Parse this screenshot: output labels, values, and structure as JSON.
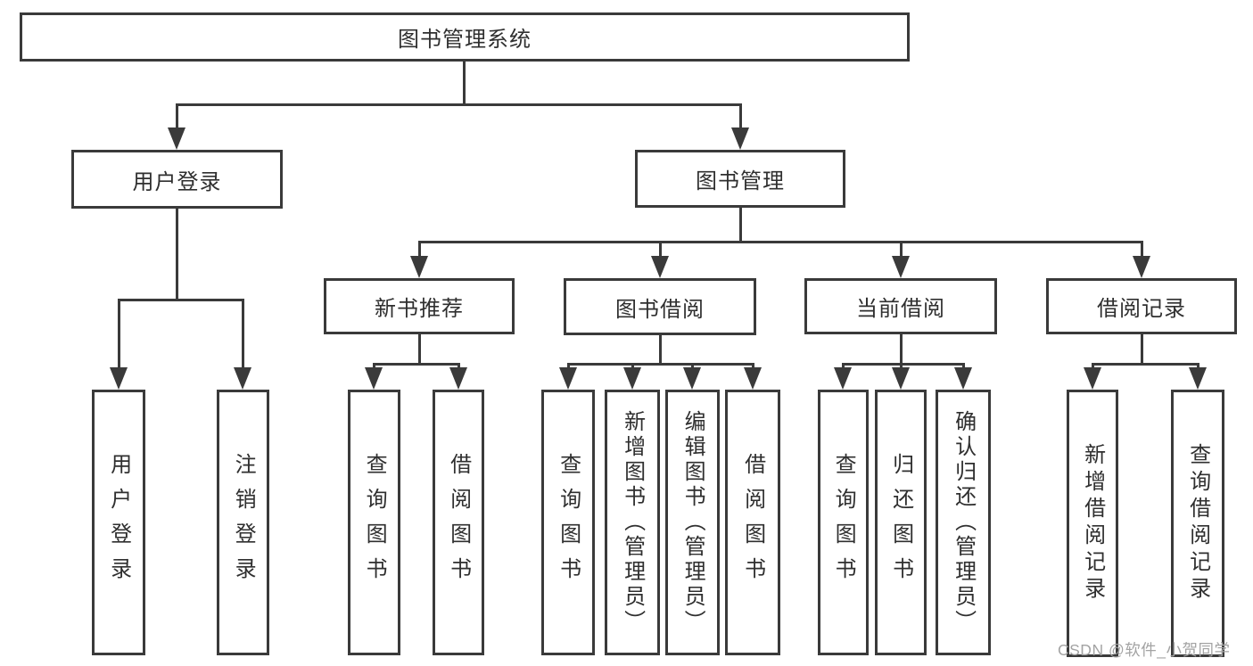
{
  "colors": {
    "background": "#ffffff",
    "line": "#3a3a3a",
    "text": "#2f2f2f",
    "watermark": "#a3a3a3"
  },
  "nodes": {
    "root": {
      "label": "图书管理系统"
    },
    "userLogin": {
      "label": "用户登录"
    },
    "bookMgmt": {
      "label": "图书管理"
    },
    "newBookRec": {
      "label": "新书推荐"
    },
    "bookBorrow": {
      "label": "图书借阅"
    },
    "currentBorrow": {
      "label": "当前借阅"
    },
    "borrowRecords": {
      "label": "借阅记录"
    }
  },
  "leaves": {
    "userLogin": [
      "用户登录",
      "注销登录"
    ],
    "newBookRec": [
      "查询图书",
      "借阅图书"
    ],
    "bookBorrow": [
      "查询图书",
      "新增图书（管理员）",
      "编辑图书（管理员）",
      "借阅图书"
    ],
    "currentBorrow": [
      "查询图书",
      "归还图书",
      "确认归还（管理员）"
    ],
    "borrowRecords": [
      "新增借阅记录",
      "查询借阅记录"
    ]
  },
  "watermark": "CSDN @软件_小贺同学"
}
